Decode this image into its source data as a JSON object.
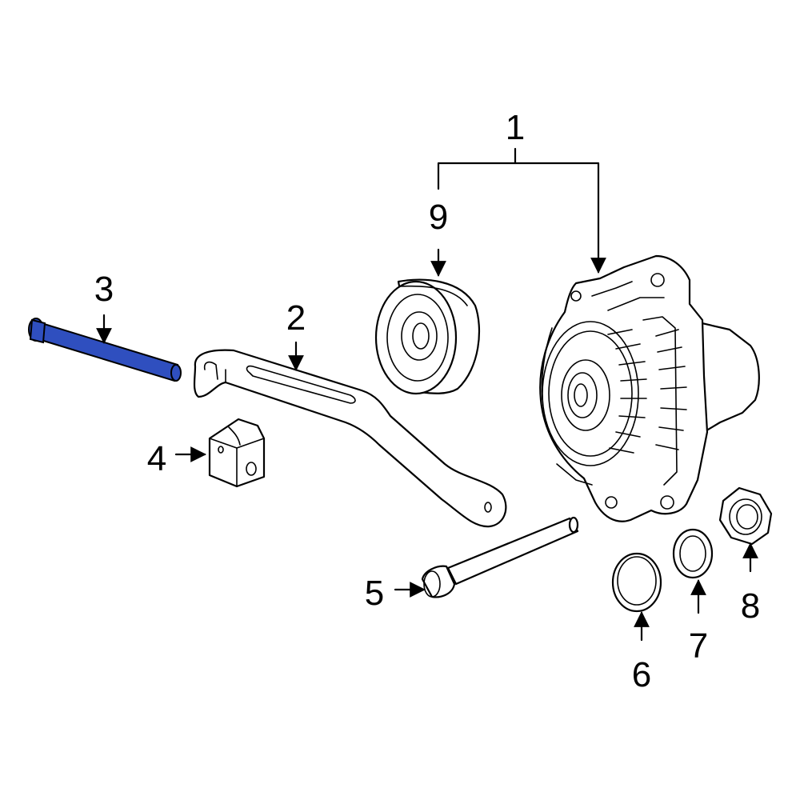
{
  "callouts": {
    "c1": "1",
    "c2": "2",
    "c3": "3",
    "c4": "4",
    "c5": "5",
    "c6": "6",
    "c7": "7",
    "c8": "8",
    "c9": "9"
  },
  "colors": {
    "highlight": "#2f4fbf",
    "line": "#000000",
    "background": "#ffffff"
  }
}
